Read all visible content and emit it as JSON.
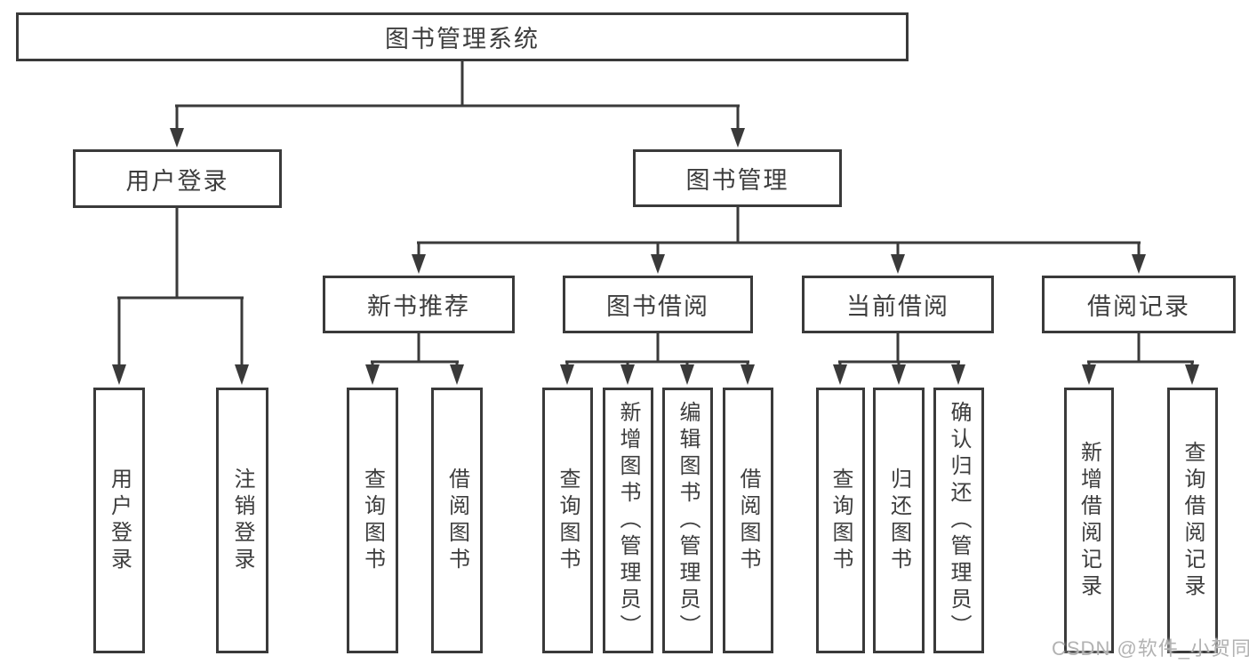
{
  "diagram": {
    "title": "图书管理系统",
    "root": "图书管理系统",
    "branches": [
      {
        "label": "用户登录",
        "children": [
          "用户登录",
          "注销登录"
        ]
      },
      {
        "label": "图书管理",
        "modules": [
          {
            "label": "新书推荐",
            "children": [
              "查询图书",
              "借阅图书"
            ]
          },
          {
            "label": "图书借阅",
            "children": [
              "查询图书",
              "新增图书（管理员）",
              "编辑图书（管理员）",
              "借阅图书"
            ]
          },
          {
            "label": "当前借阅",
            "children": [
              "查询图书",
              "归还图书",
              "确认归还（管理员）"
            ]
          },
          {
            "label": "借阅记录",
            "children": [
              "新增借阅记录",
              "查询借阅记录"
            ]
          }
        ]
      }
    ]
  },
  "watermark": "CSDN @软件_小贺同学",
  "colors": {
    "line": "#3a3a3a",
    "text": "#3d3d3d",
    "watermark": "#b2b2b2",
    "background": "#ffffff"
  }
}
